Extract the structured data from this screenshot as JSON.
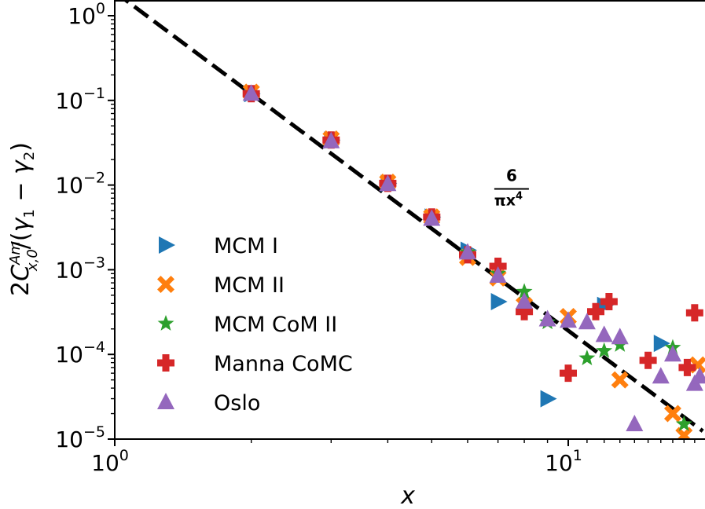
{
  "chart_data": {
    "type": "scatter",
    "xscale": "log",
    "yscale": "log",
    "xlim": [
      1,
      19.5
    ],
    "ylim": [
      1e-05,
      1.3
    ],
    "xlabel": "x",
    "ylabel": "2C^{Am}_{x,0}/(γ1 − γ2)",
    "x_ticks": [
      {
        "value": 1,
        "base": "10",
        "exp": "0"
      },
      {
        "value": 10,
        "base": "10",
        "exp": "1"
      }
    ],
    "y_ticks": [
      {
        "value": 1,
        "base": "10",
        "exp": "0"
      },
      {
        "value": 0.1,
        "base": "10",
        "exp": "−1"
      },
      {
        "value": 0.01,
        "base": "10",
        "exp": "−2"
      },
      {
        "value": 0.001,
        "base": "10",
        "exp": "−3"
      },
      {
        "value": 0.0001,
        "base": "10",
        "exp": "−4"
      },
      {
        "value": 1e-05,
        "base": "10",
        "exp": "−5"
      }
    ],
    "annotation": {
      "numerator": "6",
      "denominator": "πx",
      "power": "4",
      "x": 7.5,
      "y": 0.009
    },
    "reference_line": {
      "formula": "6/(π x^4)",
      "style": "dashed",
      "color": "#000000"
    },
    "legend_position": "lower-left",
    "series": [
      {
        "name": "MCM I",
        "marker": "triangle-right",
        "color": "#1f77b4",
        "points": [
          [
            2,
            0.12
          ],
          [
            3,
            0.034
          ],
          [
            4,
            0.0105
          ],
          [
            5,
            0.0042
          ],
          [
            6,
            0.0017
          ],
          [
            7,
            0.00042
          ],
          [
            9,
            3e-05
          ],
          [
            12,
            0.00038
          ],
          [
            16,
            0.000135
          ]
        ]
      },
      {
        "name": "MCM II",
        "marker": "x-filled",
        "color": "#ff7f0e",
        "points": [
          [
            2,
            0.125
          ],
          [
            3,
            0.035
          ],
          [
            4,
            0.0108
          ],
          [
            5,
            0.0042
          ],
          [
            6,
            0.0014
          ],
          [
            7,
            0.0008
          ],
          [
            8,
            0.00038
          ],
          [
            10,
            0.00028
          ],
          [
            13,
            5e-05
          ],
          [
            17,
            2e-05
          ],
          [
            18,
            1.1e-05
          ],
          [
            19.3,
            7.5e-05
          ]
        ]
      },
      {
        "name": "MCM CoM II",
        "marker": "star",
        "color": "#2ca02c",
        "points": [
          [
            2,
            0.12
          ],
          [
            3,
            0.033
          ],
          [
            4,
            0.0105
          ],
          [
            5,
            0.0041
          ],
          [
            6,
            0.0016
          ],
          [
            7,
            0.0009
          ],
          [
            8,
            0.00055
          ],
          [
            9,
            0.00024
          ],
          [
            11,
            9e-05
          ],
          [
            12,
            0.00011
          ],
          [
            13,
            0.00013
          ],
          [
            17,
            0.00012
          ],
          [
            18,
            1.5e-05
          ]
        ]
      },
      {
        "name": "Manna CoMC",
        "marker": "plus-filled",
        "color": "#d62728",
        "points": [
          [
            2,
            0.12
          ],
          [
            3,
            0.034
          ],
          [
            4,
            0.0105
          ],
          [
            5,
            0.0042
          ],
          [
            6,
            0.0015
          ],
          [
            7,
            0.0011
          ],
          [
            8,
            0.00032
          ],
          [
            10,
            6e-05
          ],
          [
            11.5,
            0.00032
          ],
          [
            12.3,
            0.00042
          ],
          [
            15,
            8.5e-05
          ],
          [
            18.3,
            7e-05
          ],
          [
            19,
            0.00031
          ]
        ]
      },
      {
        "name": "Oslo",
        "marker": "triangle-up",
        "color": "#9467bd",
        "points": [
          [
            2,
            0.12
          ],
          [
            3,
            0.033
          ],
          [
            4,
            0.0103
          ],
          [
            5,
            0.004
          ],
          [
            6,
            0.0016
          ],
          [
            7,
            0.00085
          ],
          [
            8,
            0.00042
          ],
          [
            9,
            0.00026
          ],
          [
            10,
            0.00025
          ],
          [
            11,
            0.00024
          ],
          [
            12,
            0.00017
          ],
          [
            13,
            0.00016
          ],
          [
            14,
            1.5e-05
          ],
          [
            16,
            5.5e-05
          ],
          [
            17,
            0.0001
          ],
          [
            19,
            4.5e-05
          ],
          [
            19.5,
            5.5e-05
          ]
        ]
      }
    ]
  }
}
